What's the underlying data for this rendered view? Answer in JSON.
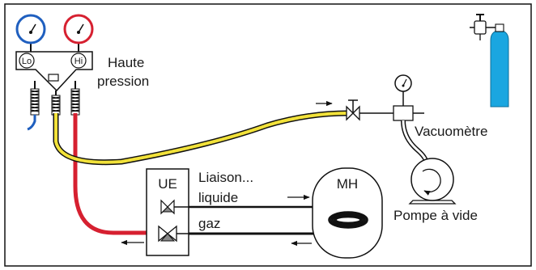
{
  "labels": {
    "haute_line1": "Haute",
    "haute_line2": "pression",
    "gauge_lo": "Lo",
    "gauge_hi": "Hi",
    "vacuometre": "Vacuomètre",
    "pompe": "Pompe à vide",
    "ue": "UE",
    "mh": "MH",
    "liaison": "Liaison...",
    "liquide": "liquide",
    "gaz": "gaz"
  },
  "colors": {
    "low_side": "#1f5fbf",
    "high_side": "#d62030",
    "charge_hose": "#f2e23a",
    "nitrogen_bottle": "#1aa6e0",
    "line": "#111111"
  },
  "icons": [
    "arrow-right-icon",
    "arrow-left-icon",
    "valve-icon",
    "spring-icon",
    "rotation-arrow-icon"
  ]
}
